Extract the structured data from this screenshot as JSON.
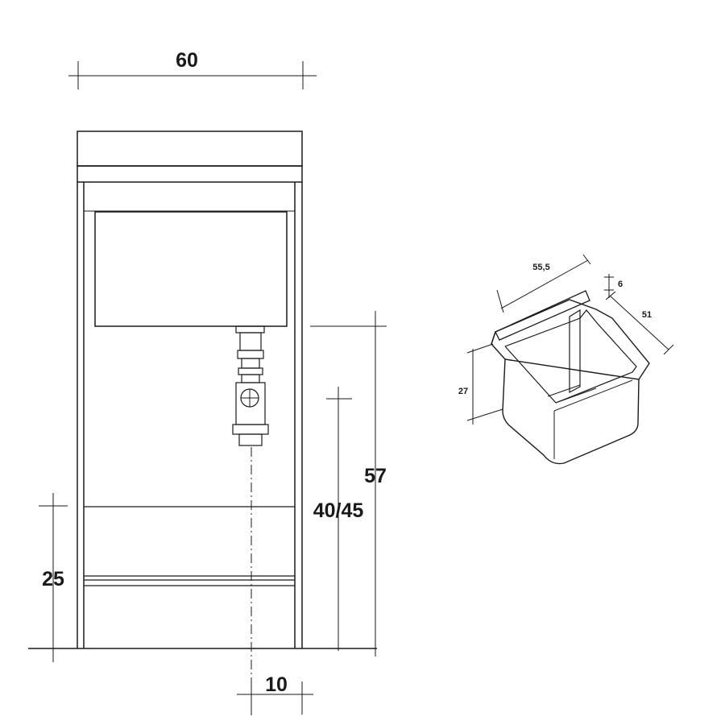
{
  "front_view": {
    "dimensions": {
      "width": "60",
      "height_total": "57",
      "drain_height": "40/45",
      "shelf_height": "25",
      "drain_offset": "10"
    }
  },
  "basin_view": {
    "dimensions": {
      "length": "55,5",
      "splashback": "6",
      "depth": "51",
      "height": "27"
    }
  }
}
